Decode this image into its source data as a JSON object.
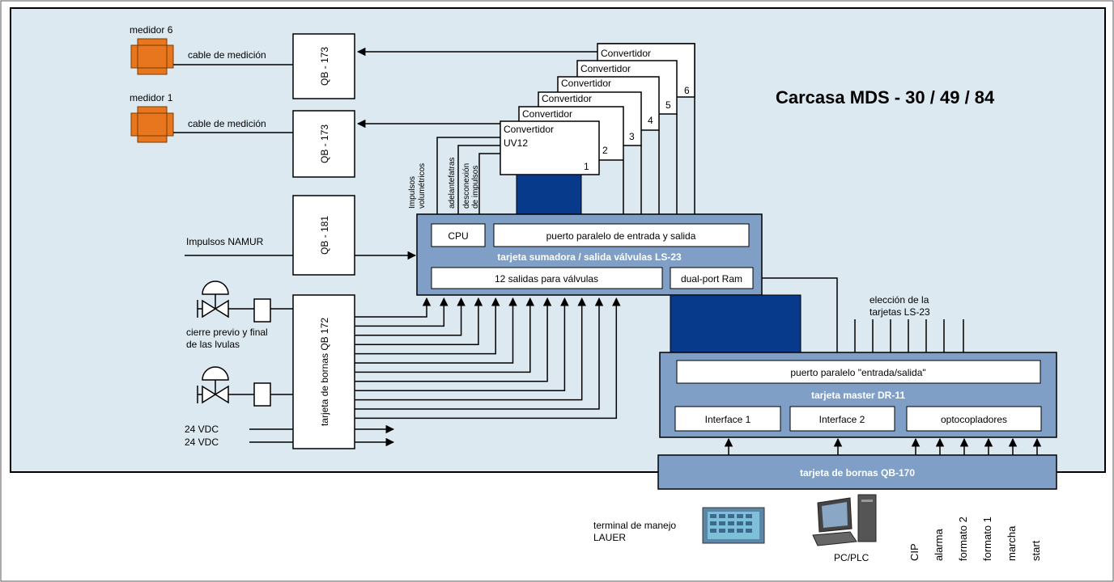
{
  "housing": {
    "title": "Carcasa MDS - 30 / 49 / 84"
  },
  "meters": [
    {
      "label": "medidor 6",
      "cable": "cable de medición",
      "qb": "QB - 173"
    },
    {
      "label": "medidor 1",
      "cable": "cable de medición",
      "qb": "QB - 173"
    }
  ],
  "namur": {
    "label": "Impulsos NAMUR",
    "qb": "QB - 181"
  },
  "converters": {
    "main_title": "Convertidor",
    "main_model": "UV12",
    "back_title": "Convertidor",
    "numbers": [
      "1",
      "2",
      "3",
      "4",
      "5",
      "6"
    ]
  },
  "signals": {
    "volumetric": [
      "Impulsos",
      "volumétricos"
    ],
    "advance": "adelantefatras",
    "disconnect": [
      "desconexión",
      "de impulsos"
    ]
  },
  "ls23": {
    "cpu": "CPU",
    "parallel_port": "puerto paralelo de entrada y salida",
    "title": "tarjeta sumadora / salida válvulas LS-23",
    "valve_outputs": "12 salidas para válvulas",
    "dual_port": "dual-port Ram"
  },
  "valves": {
    "caption_line1": "cierre previo y final",
    "caption_line2": "de las lvulas"
  },
  "qb172": {
    "label": "tarjeta de bornas QB 172"
  },
  "power": [
    "24 VDC",
    "24 VDC"
  ],
  "selection": {
    "line1": "elección de la",
    "line2": "tarjetas LS-23"
  },
  "dr11": {
    "parallel_port": "puerto paralelo \"entrada/salida\"",
    "title": "tarjeta master DR-11",
    "interface1": "Interface 1",
    "interface2": "Interface 2",
    "optocouplers": "optocopladores"
  },
  "qb170": {
    "label": "tarjeta de bornas QB-170"
  },
  "terminal": {
    "line1": "terminal de manejo",
    "line2": "LAUER"
  },
  "pc": {
    "label": "PC/PLC"
  },
  "io_labels": [
    "CIP",
    "alarma",
    "formato 2",
    "formato 1",
    "marcha",
    "start"
  ],
  "colors": {
    "housing_fill": "#dde9f0",
    "board_fill": "#7f9fc7",
    "dark_blue": "#083a8c",
    "meter_orange": "#e8761e"
  }
}
